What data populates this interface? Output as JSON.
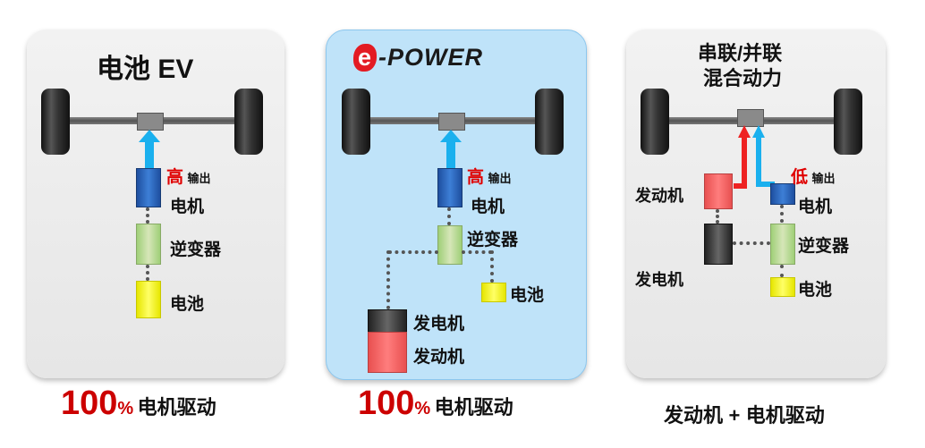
{
  "colors": {
    "accent_red": "#cc0000",
    "blue_arrow": "#1ab0ee",
    "red_arrow": "#ee2222",
    "panel_blue": "#bfe3f9"
  },
  "panels": [
    {
      "title": "电池 EV",
      "output_level": "高",
      "output_label": "输出",
      "motor": "电机",
      "inverter": "逆变器",
      "battery": "电池",
      "footer_pct": "100",
      "footer_pct_sign": "%",
      "footer_text": "电机驱动"
    },
    {
      "logo_e": "e",
      "logo_text": "-POWER",
      "output_level": "高",
      "output_label": "输出",
      "motor": "电机",
      "inverter": "逆变器",
      "battery": "电池",
      "generator": "发电机",
      "engine": "发动机",
      "footer_pct": "100",
      "footer_pct_sign": "%",
      "footer_text": "电机驱动"
    },
    {
      "title_line1": "串联/并联",
      "title_line2": "混合动力",
      "output_level": "低",
      "output_label": "输出",
      "engine": "发动机",
      "motor": "电机",
      "inverter": "逆变器",
      "generator": "发电机",
      "battery": "电池",
      "footer_text_a": "发动机",
      "footer_plus": "+",
      "footer_text_b": "电机驱动"
    }
  ]
}
